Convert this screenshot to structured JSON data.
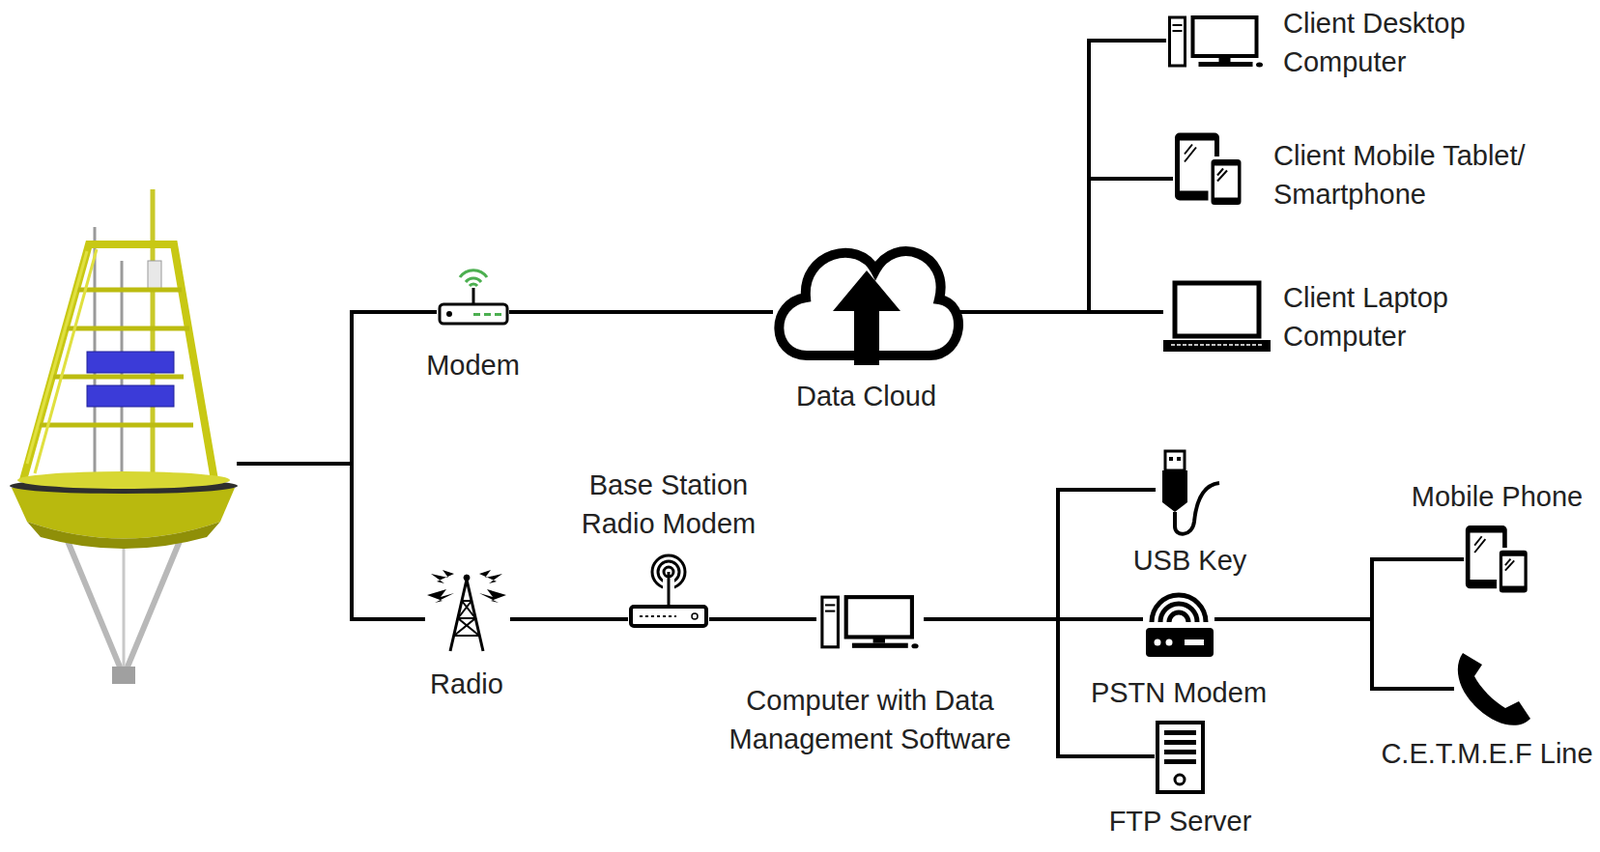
{
  "diagram": {
    "nodes": [
      {
        "text": [
          "Modem"
        ]
      },
      {
        "text": [
          "Data Cloud"
        ]
      },
      {
        "text": [
          "Client Desktop Computer"
        ]
      },
      {
        "text": [
          "Client Mobile Tablet/ Smartphone"
        ]
      },
      {
        "text": [
          "Client Laptop Computer"
        ]
      },
      {
        "text": [
          "Radio"
        ]
      },
      {
        "text": [
          "Base Station Radio Modem"
        ]
      },
      {
        "text": [
          "Computer with Data Management Software"
        ]
      },
      {
        "text": [
          "USB Key"
        ]
      },
      {
        "text": [
          "PSTN Modem"
        ]
      },
      {
        "text": [
          "FTP Server"
        ]
      },
      {
        "text": [
          "Mobile Phone"
        ]
      },
      {
        "text": [
          "C.E.T.M.E.F Line"
        ]
      }
    ],
    "edges": [
      {
        "from": 0,
        "to": 1,
        "arrow": "none"
      },
      {
        "from": 1,
        "to": 2,
        "arrow": "none"
      },
      {
        "from": 1,
        "to": 3,
        "arrow": "none"
      },
      {
        "from": 1,
        "to": 4,
        "arrow": "none"
      },
      {
        "from": 5,
        "to": 6,
        "arrow": "none"
      },
      {
        "from": 6,
        "to": 7,
        "arrow": "none"
      },
      {
        "from": 7,
        "to": 8,
        "arrow": "none"
      },
      {
        "from": 7,
        "to": 9,
        "arrow": "none"
      },
      {
        "from": 7,
        "to": 10,
        "arrow": "none"
      },
      {
        "from": 9,
        "to": 11,
        "arrow": "none"
      },
      {
        "from": 9,
        "to": 12,
        "arrow": "none"
      }
    ]
  }
}
